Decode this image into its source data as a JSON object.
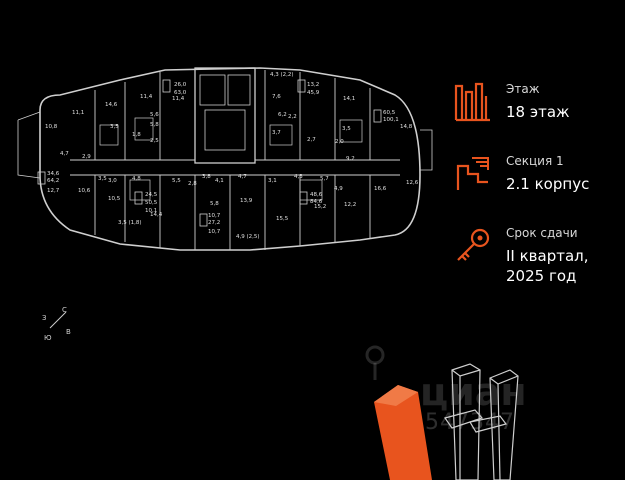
{
  "info": {
    "floor_label": "Этаж",
    "floor_value": "18 этаж",
    "section_label": "Секция 1",
    "section_value": "2.1 корпус",
    "deadline_label": "Срок сдачи",
    "deadline_value": "II квартал, 2025 год"
  },
  "compass": {
    "n": "С",
    "s": "Ю",
    "w": "З",
    "e": "В"
  },
  "watermark": {
    "logo": "циан",
    "number": "312547347"
  },
  "plan_labels": [
    "10,8",
    "11,1",
    "14,6",
    "11,4",
    "26,0",
    "63,0",
    "11,4",
    "4,3 (2,2)",
    "13,2",
    "45,9",
    "14,1",
    "60,5",
    "100,1",
    "14,8",
    "7,6",
    "6,2",
    "2,2",
    "3,5",
    "5,6",
    "5,8",
    "1,8",
    "2,5",
    "2,9",
    "4,7",
    "34,6",
    "64,2",
    "12,7",
    "10,6",
    "10,5",
    "4,8",
    "3,0",
    "24,5",
    "50,5",
    "10,1",
    "3,5",
    "5,5",
    "2,8",
    "3,8",
    "4,1",
    "4,7",
    "3,1",
    "4,3",
    "5,7",
    "4,9",
    "48,6",
    "84,6",
    "9,2",
    "16,6",
    "12,6",
    "12,2",
    "13,9",
    "15,5",
    "15,2",
    "14,4",
    "5,8",
    "10,7",
    "27,2",
    "10,7",
    "4,9 (2,5)",
    "3,5 (1,8)",
    "2,0",
    "3,7",
    "3,5",
    "2,7"
  ],
  "colors": {
    "accent": "#e8541e",
    "background": "#000000",
    "lines": "#cfcfcf"
  }
}
